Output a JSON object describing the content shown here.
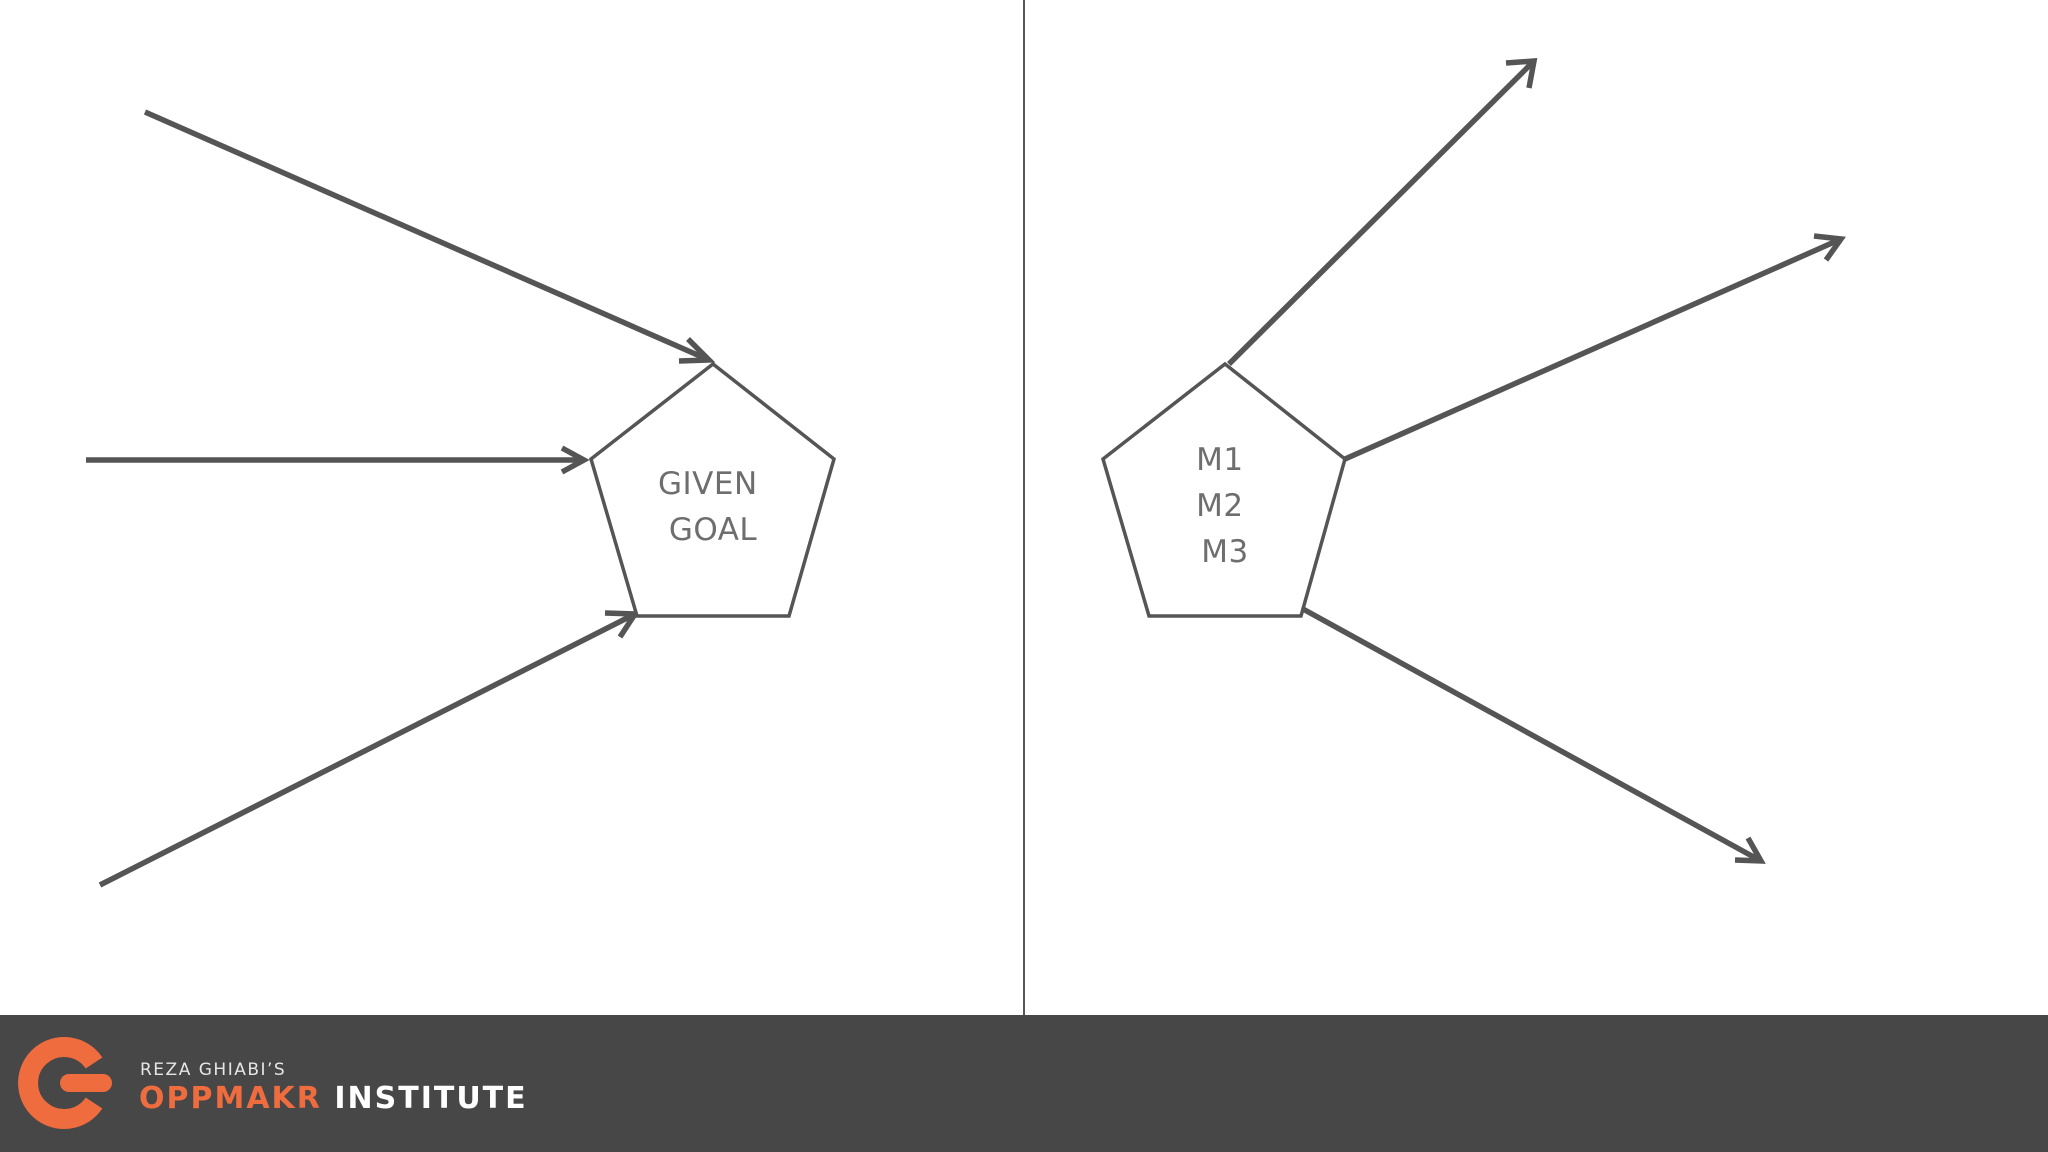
{
  "diagram": {
    "left_shape": {
      "lines": [
        "GIVEN",
        "GOAL"
      ]
    },
    "right_shape": {
      "lines": [
        "M1",
        "M2",
        "M3"
      ]
    }
  },
  "footer": {
    "subtitle": "REZA GHIABI’S",
    "brand_accent": "OPPMAKR",
    "brand_rest": " INSTITUTE",
    "logo": "oppmakr-logo-icon",
    "colors": {
      "accent": "#ef6c3e",
      "bar": "#474747",
      "stroke": "#555555"
    }
  }
}
